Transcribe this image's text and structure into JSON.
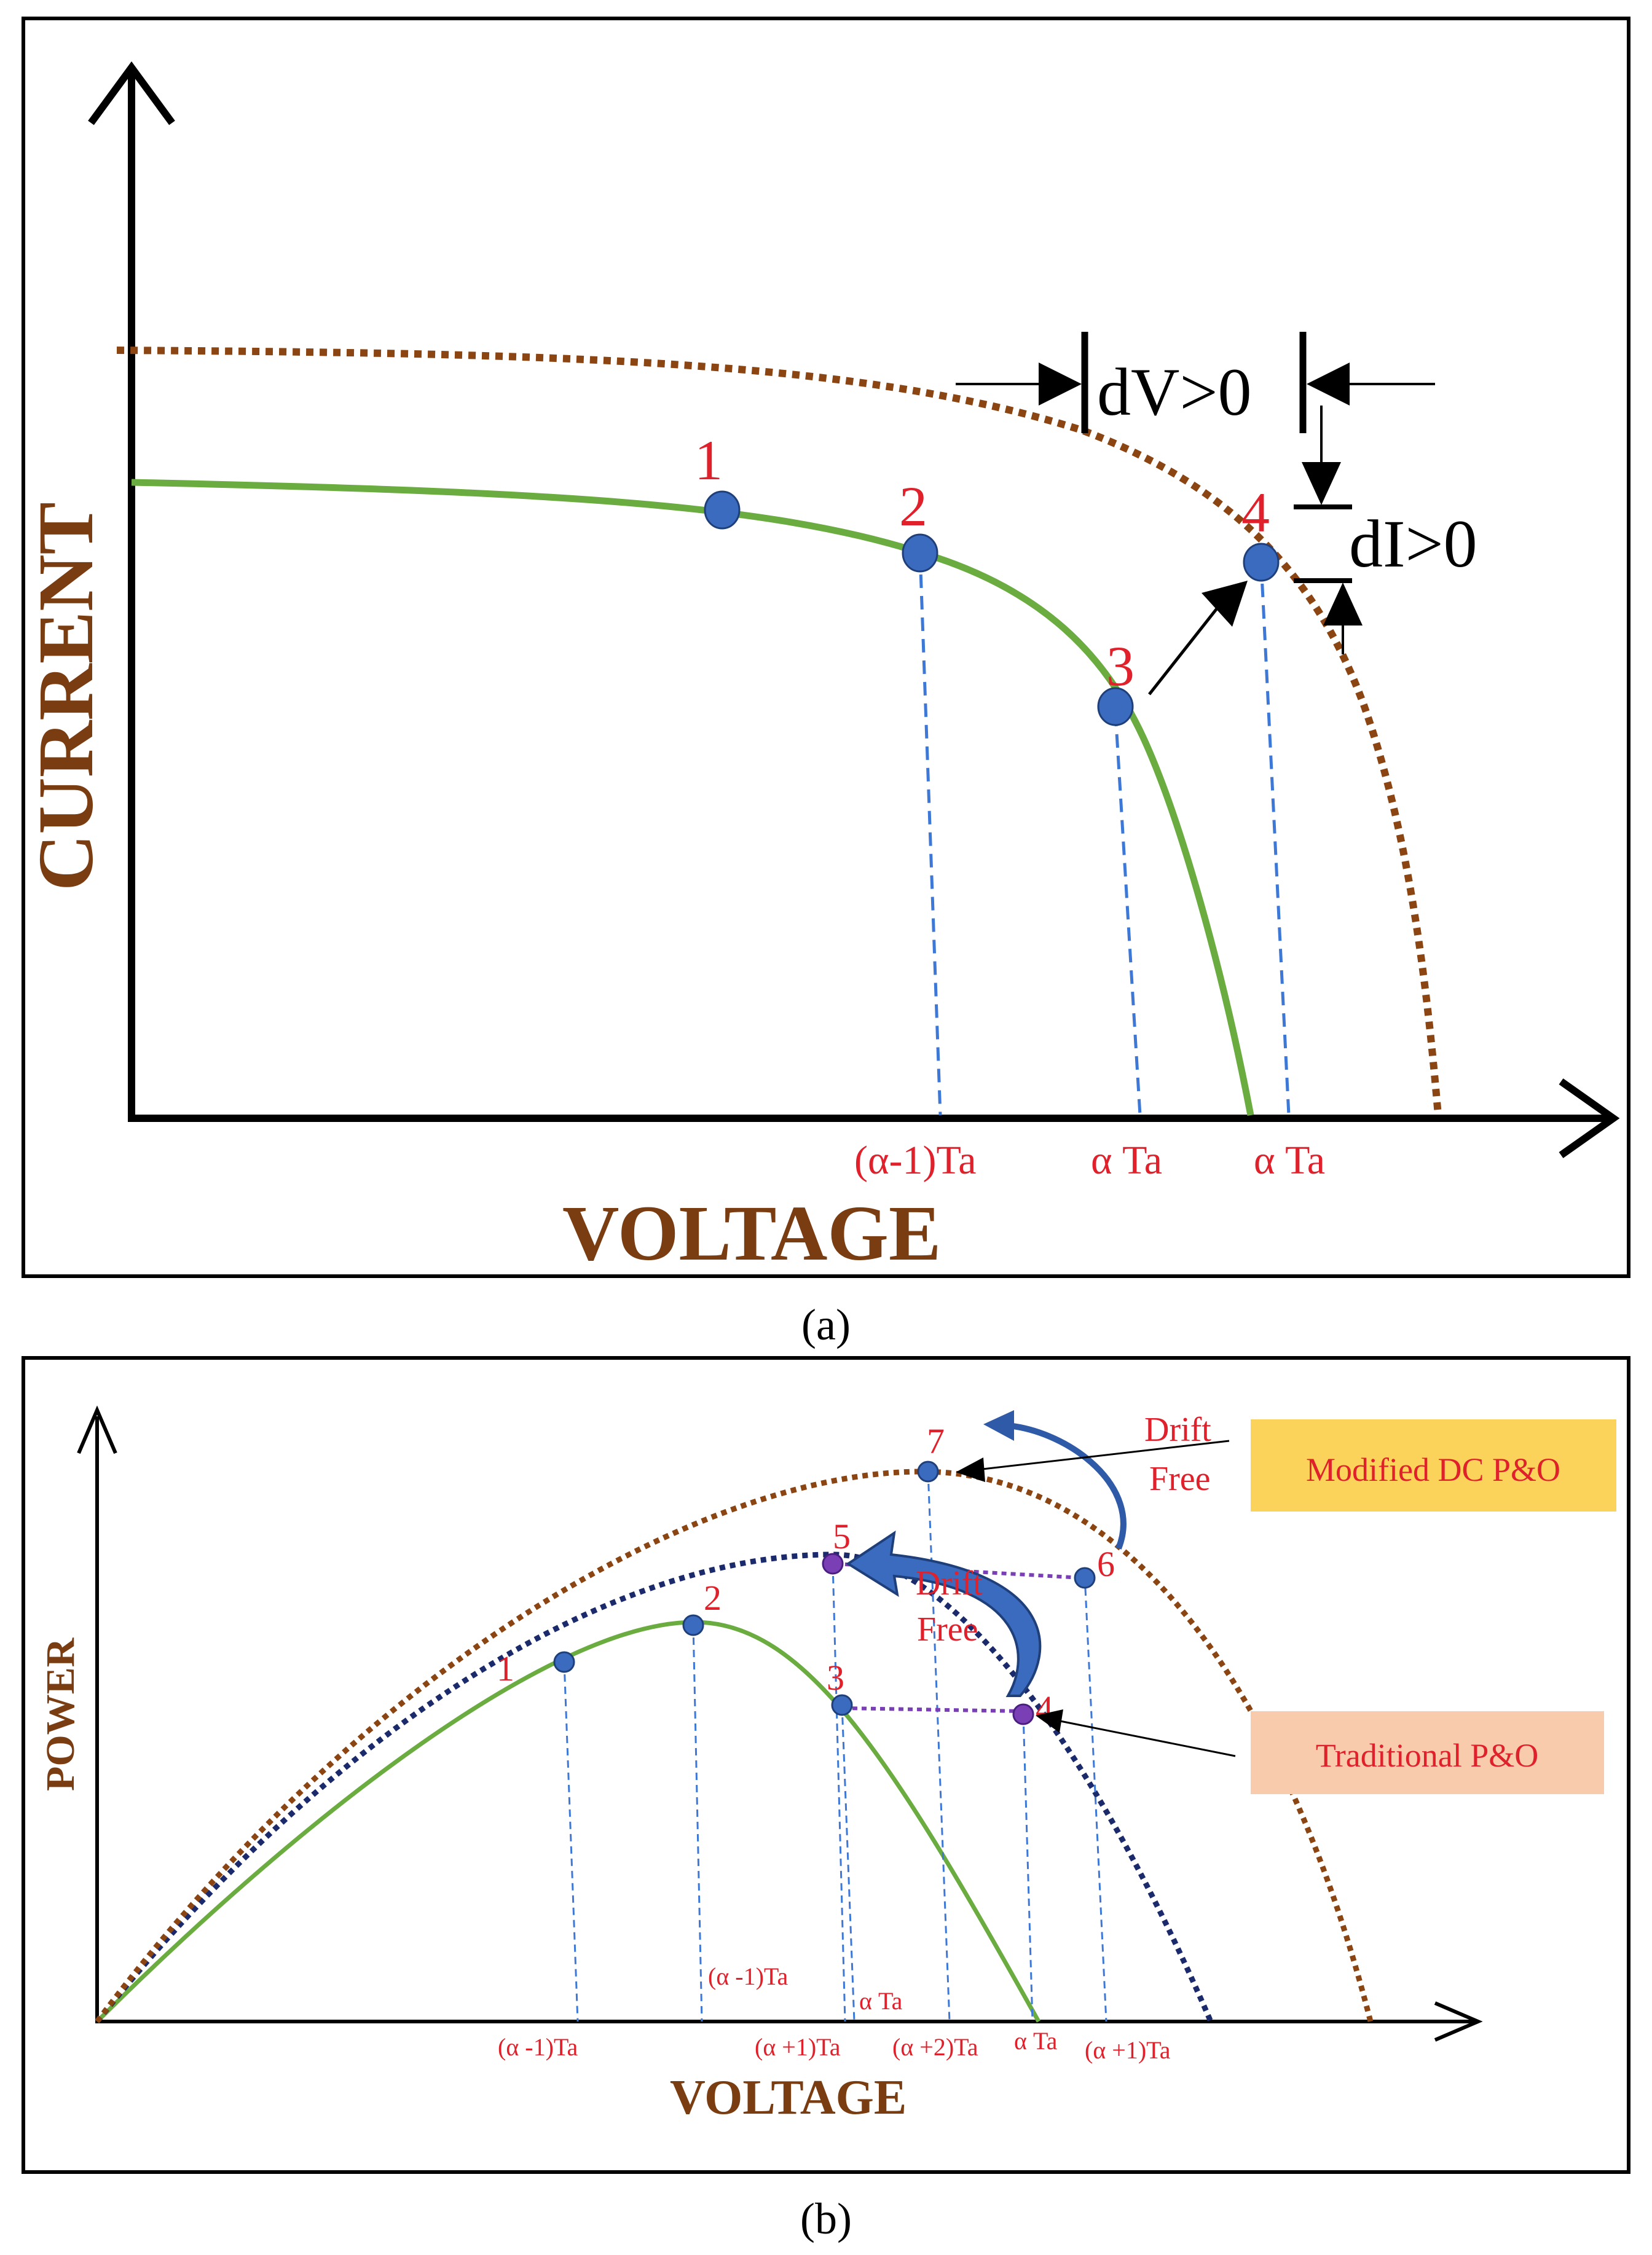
{
  "panel_a": {
    "caption": "(a)",
    "xlabel": "VOLTAGE",
    "ylabel": "CURRENT",
    "points": [
      "1",
      "2",
      "3",
      "4"
    ],
    "ticks": [
      "(α-1)Ta",
      "α Ta",
      "α Ta"
    ],
    "dv_label": "dV>0",
    "di_label": "dI>0"
  },
  "panel_b": {
    "caption": "(b)",
    "xlabel": "VOLTAGE",
    "ylabel": "POWER",
    "points": [
      "1",
      "2",
      "3",
      "4",
      "5",
      "6",
      "7"
    ],
    "ticks": [
      "(α -1)Ta",
      "(α -1)Ta",
      "α Ta",
      "(α +1)Ta",
      "(α +2)Ta",
      "α Ta",
      "(α +1)Ta"
    ],
    "drift_free_1": [
      "Drift",
      "Free"
    ],
    "drift_free_2": [
      "Drift",
      "Free"
    ],
    "modified_label": "Modified DC P&O",
    "traditional_label": "Traditional P&O",
    "modified_color": "#fbd35a",
    "traditional_color": "#f8cbad"
  },
  "colors": {
    "green_curve": "#6aac3f",
    "brown_curve": "#8b4513",
    "navy_curve": "#1a2a6b",
    "label_red": "#e0202a",
    "axis_title_brown": "#7a3d12"
  }
}
